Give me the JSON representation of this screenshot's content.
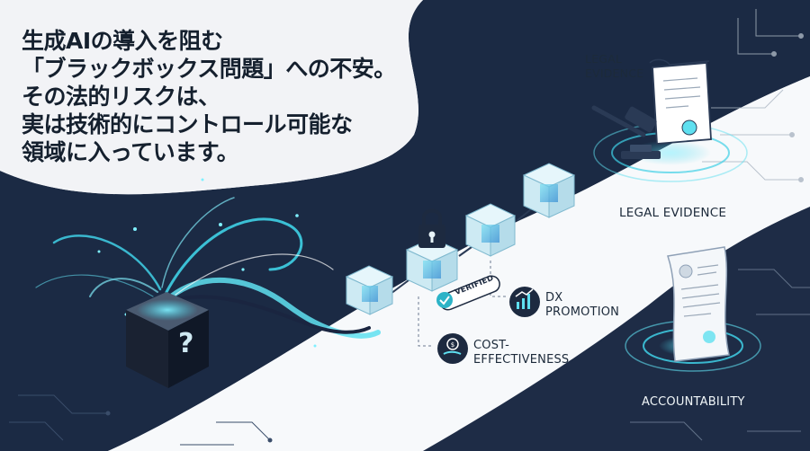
{
  "headline": {
    "lines": [
      "生成AIの導入を阻む",
      "「ブラックボックス問題」への不安。",
      "その法的リスクは、",
      "実は技術的にコントロール可能な",
      "領域に入っています。"
    ]
  },
  "labels": {
    "legal_evidence_top": [
      "LEGAL",
      "EVIDENCE"
    ],
    "legal_evidence": "LEGAL EVIDENCE",
    "verified_badge": "VERIFIED",
    "dx_promotion": [
      "DX",
      "PROMOTION"
    ],
    "cost_effectiveness": [
      "COST-",
      "EFFECTIVENESS"
    ],
    "accountability": "ACCOUNTABILITY",
    "question_mark": "?"
  },
  "colors": {
    "navy": "#1b2a44",
    "accent_cyan": "#3fd0e6",
    "text_dark": "#15202e",
    "cube_glass": "#bfe8f3"
  },
  "icons": [
    "black-box-cube-icon",
    "padlock-icon",
    "gavel-icon",
    "certificate-document-icon",
    "dx-chart-icon",
    "coin-hand-icon",
    "profile-document-icon"
  ]
}
